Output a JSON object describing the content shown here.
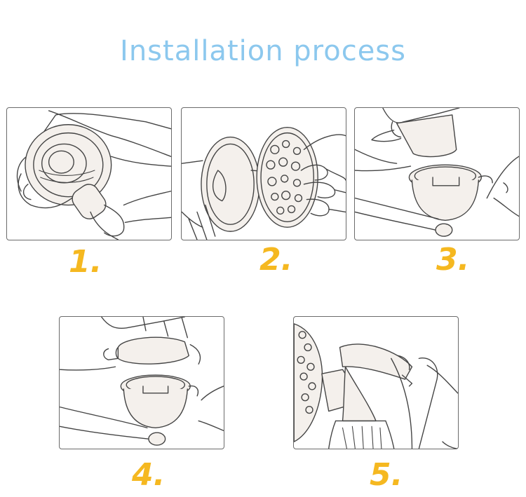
{
  "page": {
    "title": "Installation process",
    "accent_color": "#8cc8ee",
    "number_color": "#f5b820"
  },
  "steps": [
    {
      "number": "1.",
      "icon": "valve-attach-illustration"
    },
    {
      "number": "2.",
      "icon": "shield-insert-illustration"
    },
    {
      "number": "3.",
      "icon": "cup-insert-illustration"
    },
    {
      "number": "4.",
      "icon": "lid-cover-illustration"
    },
    {
      "number": "5.",
      "icon": "assembled-pump-illustration"
    }
  ]
}
